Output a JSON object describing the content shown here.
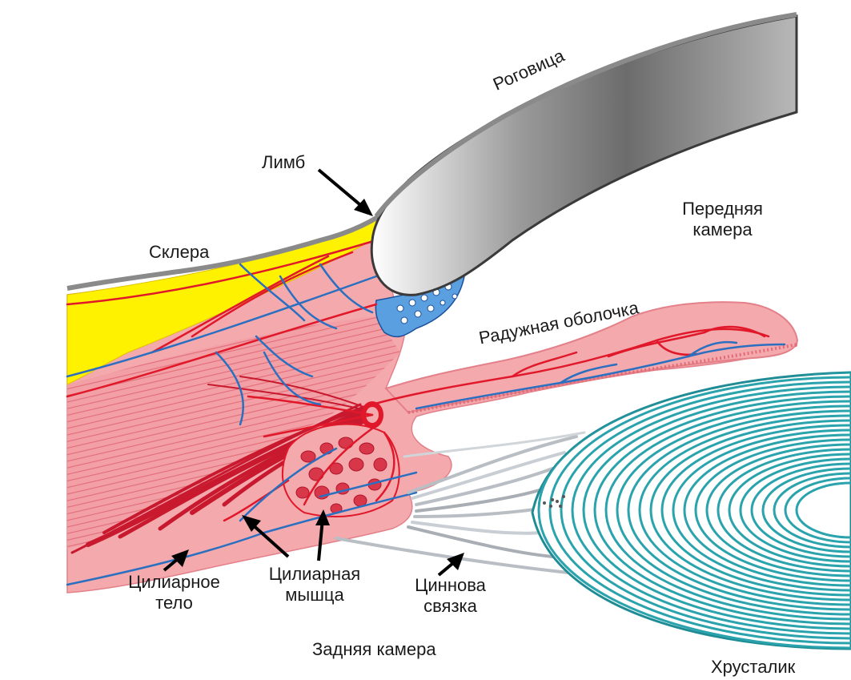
{
  "labels": {
    "cornea": "Роговица",
    "limbus": "Лимб",
    "sclera": "Склера",
    "anterior_chamber": [
      "Передняя",
      "камера"
    ],
    "iris": "Радужная оболочка",
    "ciliary_body": [
      "Цилиарное",
      "тело"
    ],
    "ciliary_muscle": [
      "Цилиарная",
      "мышца"
    ],
    "zonule": [
      "Циннова",
      "связка"
    ],
    "posterior_chamber": "Задняя камера",
    "lens": "Хрусталик"
  },
  "colors": {
    "tissue_pink": "#f4a9ad",
    "tissue_dark": "#e05a66",
    "muscle_red": "#c8192f",
    "artery_red": "#e0182a",
    "vein_blue": "#2a6fc0",
    "sclera_yellow": "#fff200",
    "cornea_gray": "#8f8f8f",
    "lens_teal": "#2aa3ad",
    "trabecular_blue": "#5aa0e0"
  }
}
